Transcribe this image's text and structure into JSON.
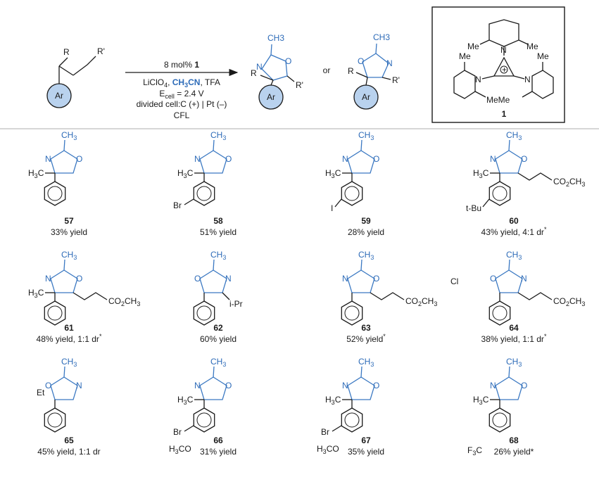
{
  "scheme": {
    "substrate_labels": [
      "R",
      "R'",
      "Ar"
    ],
    "conditions": {
      "line1_prefix": "8 mol% ",
      "line1_cat": "1",
      "line2_a": "LiClO",
      "line2_a_sub": "4",
      "line2_b": ", ",
      "line2_solvent": "CH",
      "line2_solvent_sub": "3",
      "line2_solvent_end": "CN",
      "line2_c": ", TFA",
      "line3_a": "E",
      "line3_sub": "cell",
      "line3_b": " = 2.4 V",
      "line4": "divided cell:C (+) | Pt (–)",
      "line5": "CFL"
    },
    "or_label": "or",
    "product_labels": [
      "CH3",
      "N",
      "O",
      "R",
      "R'",
      "Ar"
    ],
    "catalyst": {
      "number": "1",
      "me": "Me",
      "meme": "MeMe",
      "plus": "+"
    }
  },
  "compounds": [
    {
      "num": "57",
      "yield": "33% yield",
      "labels": [
        "CH3",
        "N",
        "O",
        "H3C"
      ]
    },
    {
      "num": "58",
      "yield": "51% yield",
      "labels": [
        "CH3",
        "N",
        "O",
        "H3C",
        "Br"
      ]
    },
    {
      "num": "59",
      "yield": "28% yield",
      "labels": [
        "CH3",
        "N",
        "O",
        "H3C",
        "I"
      ]
    },
    {
      "num": "60",
      "yield": "43% yield, 4:1 dr",
      "star": "*",
      "labels": [
        "CH3",
        "N",
        "O",
        "H3C",
        "CO2CH3",
        "t-Bu"
      ]
    },
    {
      "num": "61",
      "yield": "48% yield, 1:1 dr",
      "star": "*",
      "labels": [
        "CH3",
        "N",
        "O",
        "H3C",
        "CO2CH3"
      ]
    },
    {
      "num": "62",
      "yield": "60% yield",
      "labels": [
        "CH3",
        "O",
        "N",
        "i-Pr"
      ]
    },
    {
      "num": "63",
      "yield": "52% yield",
      "star": "*",
      "labels": [
        "CH3",
        "N",
        "O",
        "CO2CH3"
      ]
    },
    {
      "num": "64",
      "yield": "38% yield, 1:1 dr",
      "star": "*",
      "labels": [
        "CH3",
        "O",
        "N",
        "Cl",
        "CO2CH3"
      ]
    },
    {
      "num": "65",
      "yield": "45% yield, 1:1 dr",
      "labels": [
        "CH3",
        "O",
        "N",
        "Et",
        "CH3"
      ]
    },
    {
      "num": "66",
      "yield": "31% yield",
      "labels": [
        "CH3",
        "N",
        "O",
        "H3C",
        "Br",
        "H3CO"
      ]
    },
    {
      "num": "67",
      "yield": "35% yield",
      "labels": [
        "CH3",
        "N",
        "O",
        "H3C",
        "Br",
        "H3CO",
        "Br"
      ]
    },
    {
      "num": "68",
      "yield": "26% yield*",
      "labels": [
        "CH3",
        "N",
        "O",
        "H3C",
        "N",
        "O",
        "F3C"
      ]
    }
  ]
}
